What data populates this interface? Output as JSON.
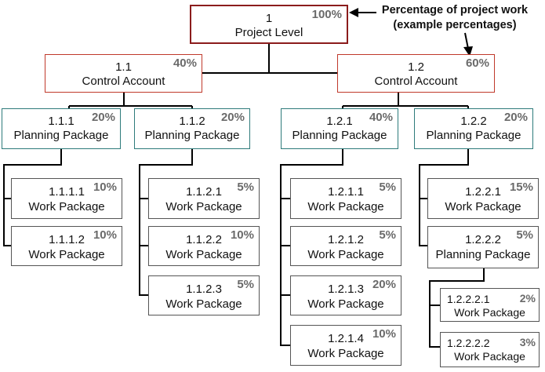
{
  "callout": {
    "line1": "Percentage of project work",
    "line2": "(example percentages)"
  },
  "nodes": {
    "n1": {
      "id": "1",
      "name": "Project Level",
      "pct": "100%"
    },
    "n1_1": {
      "id": "1.1",
      "name": "Control Account",
      "pct": "40%"
    },
    "n1_2": {
      "id": "1.2",
      "name": "Control Account",
      "pct": "60%"
    },
    "n1_1_1": {
      "id": "1.1.1",
      "name": "Planning Package",
      "pct": "20%"
    },
    "n1_1_2": {
      "id": "1.1.2",
      "name": "Planning Package",
      "pct": "20%"
    },
    "n1_2_1": {
      "id": "1.2.1",
      "name": "Planning Package",
      "pct": "40%"
    },
    "n1_2_2": {
      "id": "1.2.2",
      "name": "Planning Package",
      "pct": "20%"
    },
    "n1_1_1_1": {
      "id": "1.1.1.1",
      "name": "Work Package",
      "pct": "10%"
    },
    "n1_1_1_2": {
      "id": "1.1.1.2",
      "name": "Work Package",
      "pct": "10%"
    },
    "n1_1_2_1": {
      "id": "1.1.2.1",
      "name": "Work Package",
      "pct": "5%"
    },
    "n1_1_2_2": {
      "id": "1.1.2.2",
      "name": "Work Package",
      "pct": "10%"
    },
    "n1_1_2_3": {
      "id": "1.1.2.3",
      "name": "Work Package",
      "pct": "5%"
    },
    "n1_2_1_1": {
      "id": "1.2.1.1",
      "name": "Work Package",
      "pct": "5%"
    },
    "n1_2_1_2": {
      "id": "1.2.1.2",
      "name": "Work Package",
      "pct": "5%"
    },
    "n1_2_1_3": {
      "id": "1.2.1.3",
      "name": "Work Package",
      "pct": "20%"
    },
    "n1_2_1_4": {
      "id": "1.2.1.4",
      "name": "Work Package",
      "pct": "10%"
    },
    "n1_2_2_1": {
      "id": "1.2.2.1",
      "name": "Work Package",
      "pct": "15%"
    },
    "n1_2_2_2": {
      "id": "1.2.2.2",
      "name": "Planning Package",
      "pct": "5%"
    },
    "n1_2_2_2_1": {
      "id": "1.2.2.2.1",
      "name": "Work Package",
      "pct": "2%"
    },
    "n1_2_2_2_2": {
      "id": "1.2.2.2.2",
      "name": "Work Package",
      "pct": "3%"
    }
  }
}
